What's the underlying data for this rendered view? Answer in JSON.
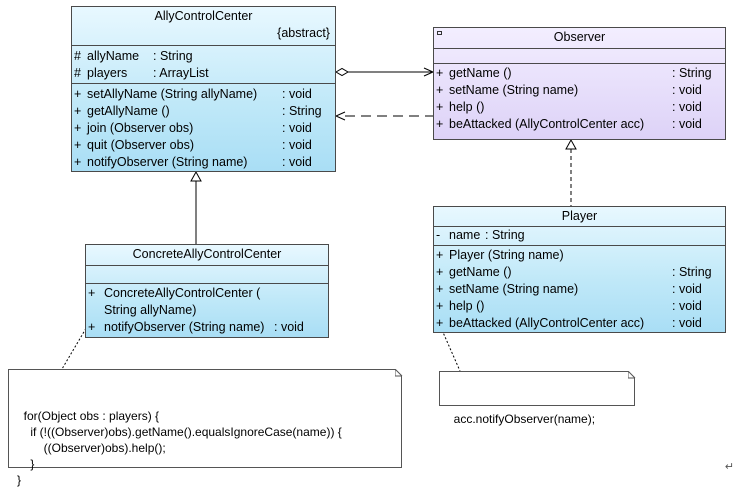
{
  "ally": {
    "title": "AllyControlCenter",
    "stereotype": "{abstract}",
    "attributes": [
      {
        "vis": "#",
        "name": "allyName",
        "type": ": String"
      },
      {
        "vis": "#",
        "name": "players",
        "type": ": ArrayList"
      }
    ],
    "operations": [
      {
        "vis": "+",
        "name": "setAllyName (String allyName)",
        "type": ": void"
      },
      {
        "vis": "+",
        "name": "getAllyName ()",
        "type": ": String"
      },
      {
        "vis": "+",
        "name": "join (Observer obs)",
        "type": ": void"
      },
      {
        "vis": "+",
        "name": "quit (Observer obs)",
        "type": ": void"
      },
      {
        "vis": "+",
        "name": "notifyObserver (String name)",
        "type": ": void"
      }
    ]
  },
  "observer": {
    "title": "Observer",
    "operations": [
      {
        "vis": "+",
        "name": "getName ()",
        "type": ": String"
      },
      {
        "vis": "+",
        "name": "setName (String name)",
        "type": ": void"
      },
      {
        "vis": "+",
        "name": "help ()",
        "type": ": void"
      },
      {
        "vis": "+",
        "name": "beAttacked (AllyControlCenter acc)",
        "type": ": void"
      }
    ]
  },
  "concrete": {
    "title": "ConcreteAllyControlCenter",
    "operations": [
      {
        "vis": "+",
        "name": "ConcreteAllyControlCenter (",
        "type": ""
      },
      {
        "vis": "",
        "name": "String allyName)",
        "type": ""
      },
      {
        "vis": "+",
        "name": "notifyObserver (String name)",
        "type": ": void"
      }
    ]
  },
  "player": {
    "title": "Player",
    "attributes": [
      {
        "vis": "-",
        "name": "name",
        "type": ": String"
      }
    ],
    "operations": [
      {
        "vis": "+",
        "name": "Player (String name)",
        "type": ""
      },
      {
        "vis": "+",
        "name": "getName ()",
        "type": ": String"
      },
      {
        "vis": "+",
        "name": "setName (String name)",
        "type": ": void"
      },
      {
        "vis": "+",
        "name": "help ()",
        "type": ": void"
      },
      {
        "vis": "+",
        "name": "beAttacked (AllyControlCenter acc)",
        "type": ": void"
      }
    ]
  },
  "notes": {
    "concrete_note": "for(Object obs : players) {\n    if (!((Observer)obs).getName().equalsIgnoreCase(name)) {\n        ((Observer)obs).help();\n    }\n}",
    "player_note": "acc.notifyObserver(name);"
  },
  "cursor_glyph": "↵"
}
